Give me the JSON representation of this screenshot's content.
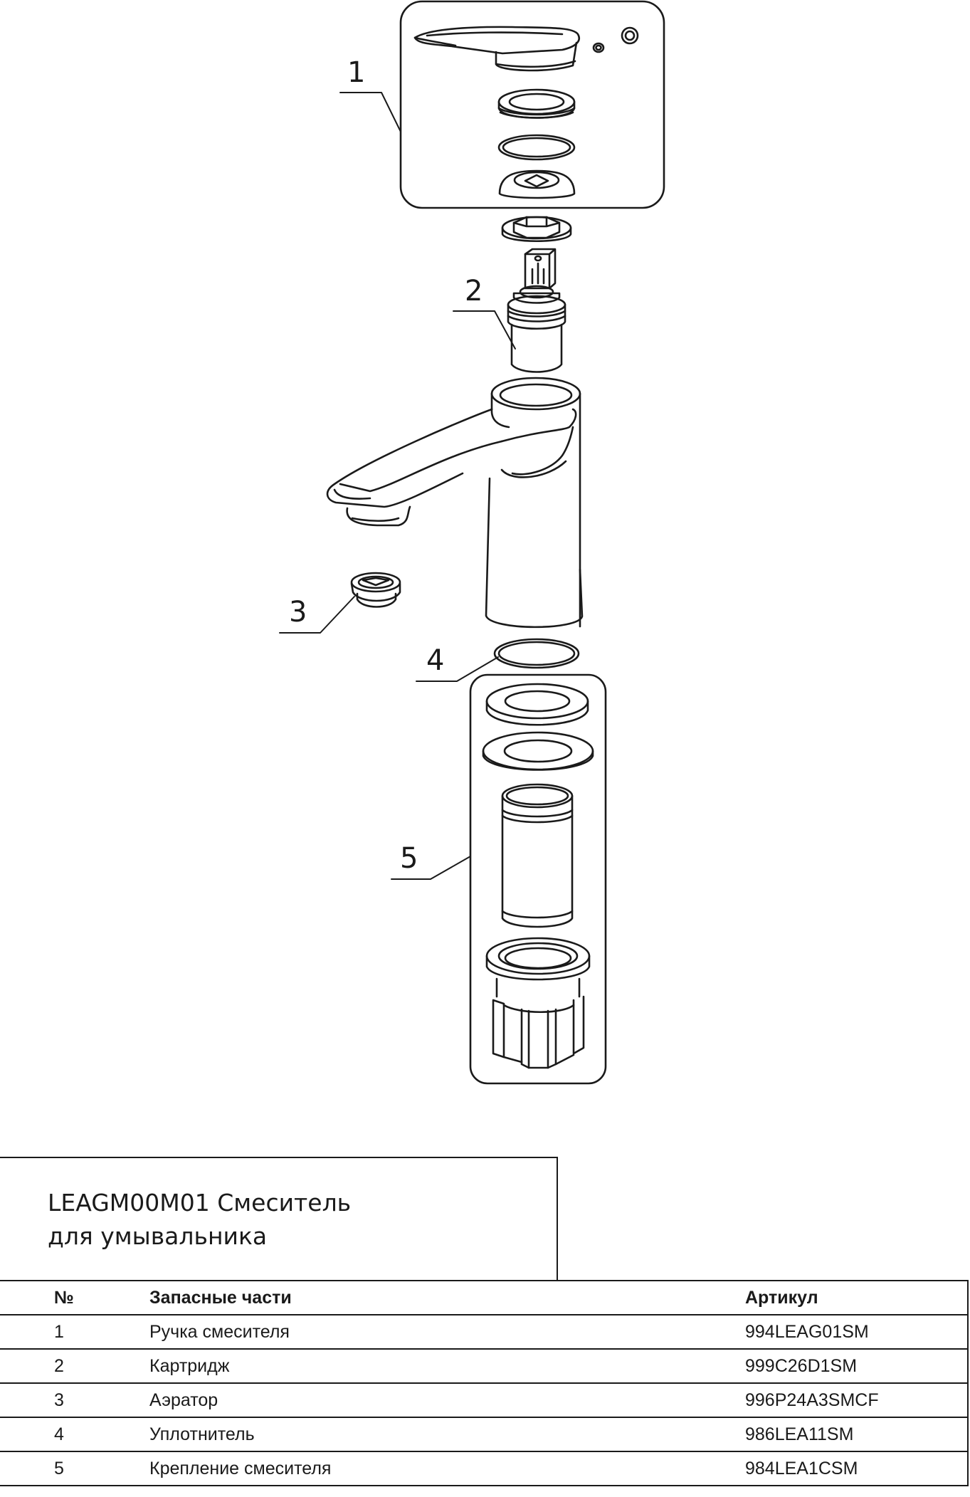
{
  "title": {
    "line1": "LEAGM00M01 Смеситель",
    "line2": "для умывальника"
  },
  "callouts": [
    "1",
    "2",
    "3",
    "4",
    "5"
  ],
  "table": {
    "headers": {
      "no": "№",
      "name": "Запасные части",
      "article": "Артикул"
    },
    "rows": [
      {
        "no": "1",
        "name": "Ручка смесителя",
        "article": "994LEAG01SM"
      },
      {
        "no": "2",
        "name": "Картридж",
        "article": "999C26D1SM"
      },
      {
        "no": "3",
        "name": "Аэратор",
        "article": "996P24A3SMCF"
      },
      {
        "no": "4",
        "name": "Уплотнитель",
        "article": "986LEA11SM"
      },
      {
        "no": "5",
        "name": "Крепление смесителя",
        "article": "984LEA1CSM"
      }
    ]
  }
}
